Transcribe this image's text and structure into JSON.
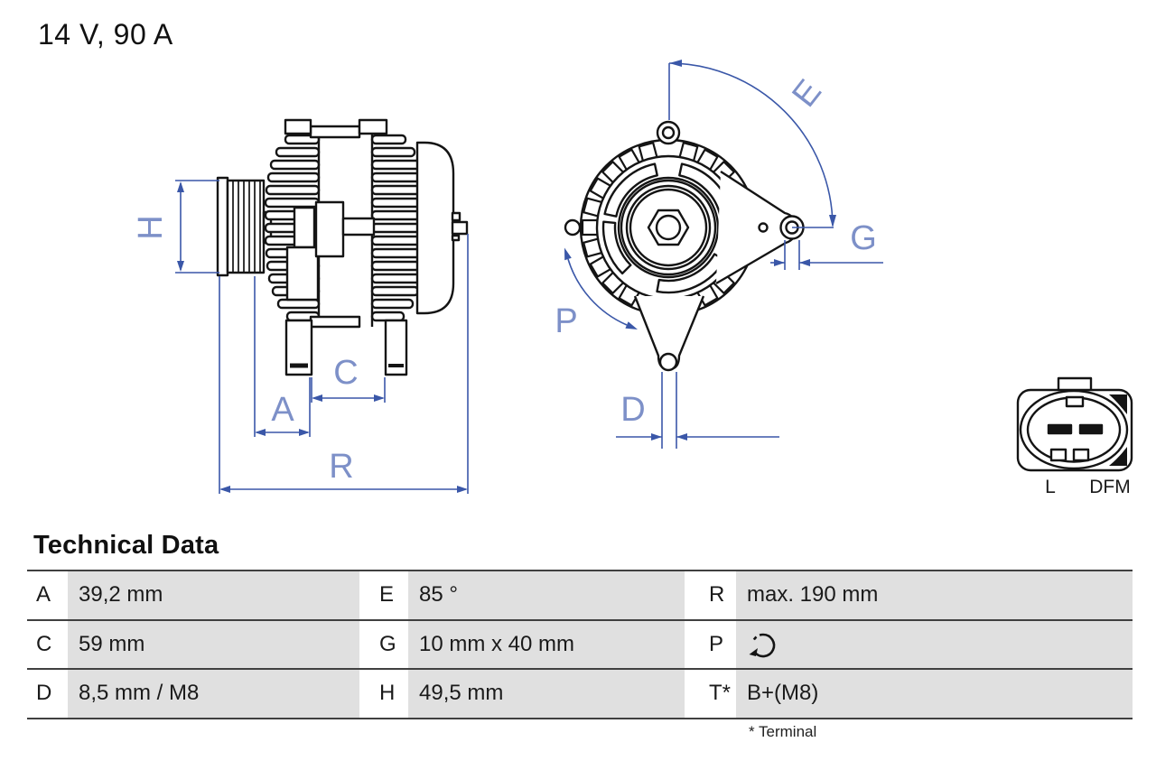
{
  "header": {
    "title": "14 V, 90 A"
  },
  "diagram": {
    "side_view": {
      "labels": {
        "H": "H",
        "A": "A",
        "C": "C",
        "R": "R"
      }
    },
    "front_view": {
      "labels": {
        "E": "E",
        "G": "G",
        "P": "P",
        "D": "D"
      }
    },
    "connector": {
      "pin_labels": [
        "L",
        "DFM"
      ]
    }
  },
  "technical_data": {
    "heading": "Technical Data",
    "rows": [
      {
        "cells": [
          {
            "key": "A",
            "value": "39,2 mm"
          },
          {
            "key": "E",
            "value": "85 °"
          },
          {
            "key": "R",
            "value": "max. 190 mm"
          }
        ]
      },
      {
        "cells": [
          {
            "key": "C",
            "value": "59 mm"
          },
          {
            "key": "G",
            "value": "10 mm x 40 mm"
          },
          {
            "key": "P",
            "value": "",
            "icon": "rotation-direction-icon"
          }
        ]
      },
      {
        "cells": [
          {
            "key": "D",
            "value": "8,5 mm / M8"
          },
          {
            "key": "H",
            "value": "49,5 mm"
          },
          {
            "key": "T*",
            "value": "B+(M8)"
          }
        ]
      }
    ],
    "footnote": "* Terminal"
  },
  "colors": {
    "dimension_line": "#3a57a8",
    "dimension_label": "#7d90c8",
    "drawing_line": "#141414",
    "table_cell_bg": "#e0e0e0",
    "table_border": "#404040"
  }
}
